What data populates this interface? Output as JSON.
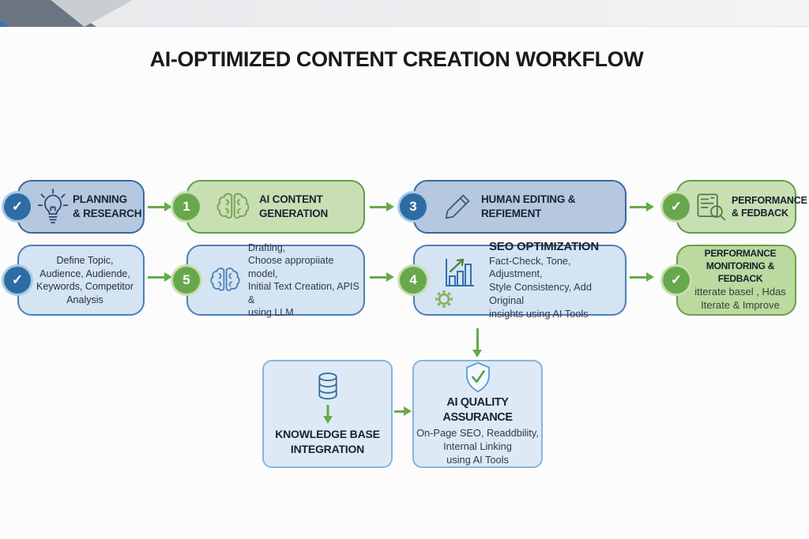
{
  "title": "AI-OPTIMIZED CONTENT CREATION WORKFLOW",
  "colors": {
    "box_blue": "#b6c8e0",
    "box_blue_light": "#d5e4f2",
    "box_green": "#c8dfb4",
    "box_green_dark": "#bcd9a0",
    "box_panel": "#ddeaf6",
    "arrow_green": "#67a94b",
    "badge_blue": "#2e6da4",
    "badge_green": "#68a84d"
  },
  "row1": [
    {
      "badge": "✓",
      "icon": "lightbulb-icon",
      "title": "PLANNING\n& RESEARCH"
    },
    {
      "badge": "1",
      "icon": "brain-icon",
      "title": "AI CONTENT\nGENERATION"
    },
    {
      "badge": "3",
      "icon": "pencil-icon",
      "title": "HUMAN EDITING &\nREFIEMENT"
    },
    {
      "badge": "✓",
      "icon": "report-magnifier-icon",
      "title": "PERFORMANCE\n& FEDBACK"
    }
  ],
  "row2": [
    {
      "badge": "✓",
      "text": "Define Topic,\nAudience, Audiende,\nKeywords, Competitor\nAnalysis"
    },
    {
      "badge": "5",
      "icon": "brain-icon",
      "text": "Drafting,\nChoose appropiiate model,\nInitial Text Creation, APIS &\nusing LLM"
    },
    {
      "badge": "4",
      "icon": "bar-chart-gear-icon",
      "title": "SEO OPTIMIZATION",
      "text": "Fact-Check, Tone, Adjustment,\nStyle Consistency, Add Original\ninsights using AI Tools"
    },
    {
      "badge": "✓",
      "title": "PERFORMANCE\nMONITORING & FEDBACK",
      "text": "itterate basel , Hdas\nIterate & Improve"
    }
  ],
  "bottom": {
    "knowledge": {
      "icon": "database-icon",
      "title": "KNOWLEDGE BASE\nINTEGRATION"
    },
    "quality": {
      "icon": "shield-check-icon",
      "title": "AI QUALITY ASSURANCE",
      "text": "On-Page SEO, Readdbility,\nInternal Linking\nusing AI Tools"
    }
  }
}
